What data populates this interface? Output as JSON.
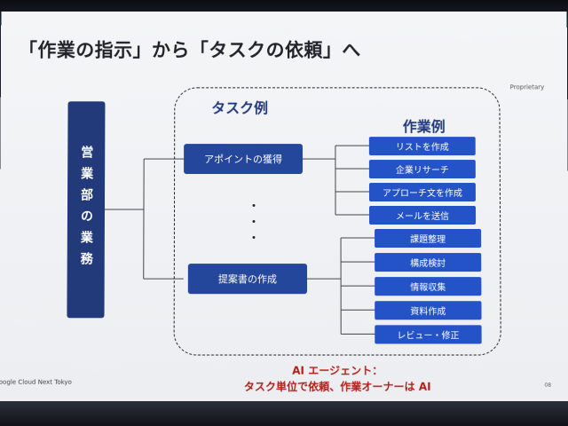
{
  "slide": {
    "title": "「作業の指示」から「タスクの依頼」へ",
    "proprietary": "Proprietary",
    "side_label": "営業部の業務",
    "task_header": "タスク例",
    "work_header": "作業例",
    "tasks": [
      "アポイントの獲得",
      "提案書の作成"
    ],
    "dots": "・ ・ ・",
    "works_group1": [
      "リストを作成",
      "企業リサーチ",
      "アプローチ文を作成",
      "メールを送信"
    ],
    "works_group2": [
      "課題整理",
      "構成検討",
      "情報収集",
      "資料作成",
      "レビュー・修正"
    ],
    "ai_note_line1": "AI エージェント：",
    "ai_note_line2": "タスク単位で依頼、作業オーナーは AI",
    "footer_left": "oogle Cloud Next Tokyo",
    "page_number": "08"
  }
}
